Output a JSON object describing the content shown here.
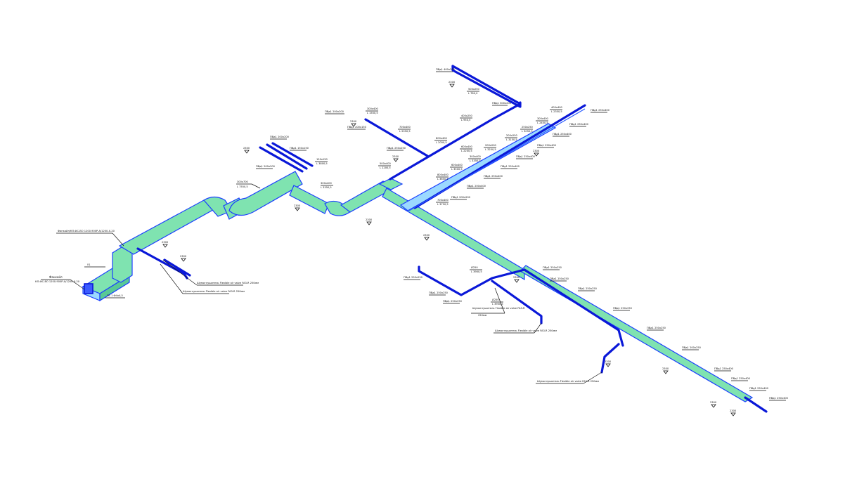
{
  "labels": {
    "eq_unit": "Фанкойл",
    "eq_unit_sub": "КЛ-ФС-ВО 1200-900Р-А/1200-Х-20",
    "eq_unit2": "Фанкойл/КЛ-ФС-ВО 1200-900Р-А/1200-Х-20",
    "eq_ref": "У1",
    "eq_elev": "П1 1 Ф4х4,5",
    "main_size1": "300х700",
    "main_size1_elev": "L 7550,5",
    "flex1": "Шумоглушитель Flexible air valve FA3-R 250мм",
    "flex2": "Шумоглушитель Flexible air valve FA3-R 250мм",
    "flex3": "Шумоглушитель Flexible air valve FA3-R 250мм",
    "flex4": "Шумоглушитель Flexible air valve FA3-R",
    "flex4_b": "250мм",
    "flex5": "Шумоглушитель Flexible air valve FA3-R 250мм",
    "r_a1": "ПВд1 400х200",
    "r_a2": "ПВд1 300х200",
    "r_a3": "ПВд1 200х200",
    "r_a4": "ПВд1 200х150",
    "r_b1": "ПВд1 250х250",
    "r_b2": "ПВд1 200х200",
    "r_b3": "ПВд1 150х150",
    "r_c1": "ПВд1 250х400",
    "r_c2": "ПВд1 250х400",
    "r_c3": "ПВд1 250х400",
    "r_c4": "ПВд1 250х400",
    "r_c5": "ПВд1 250х400",
    "r_c6": "ПВд1 250х400",
    "r_c7": "ПВд1 250х400",
    "r_c8": "ПВд1 200х400",
    "r_d1": "ПВд1 250х250",
    "r_d2": "ПВд1 250х250",
    "r_d3": "ПВд1 250х250",
    "r_d4": "ПВд1 250х250",
    "r_d5": "ПВд1 250х250",
    "r_d6": "ПВд1 250х250",
    "r_d7": "ПВд1 250х250",
    "r_d8": "ПВд1 250х250",
    "r_d9": "ПВд1 200х250",
    "r_e1": "ПВд1 200х200",
    "r_e2": "ПВд1 200х200",
    "s1": "500х250",
    "s1e": "L 780,0",
    "s2": "400х250",
    "s2e": "L 950,5",
    "s3": "300х400",
    "s3e": "L 1550,5",
    "s4": "700х400",
    "s4e": "L 2050,5",
    "s5": "800х400",
    "s5e": "L 2050,5",
    "s6": "600х400",
    "s6e": "L 2200,5",
    "s7": "500х400",
    "s7e": "L 2200,5",
    "s8": "400х400",
    "s8e": "L 2350,5",
    "s9": "300х400",
    "s9e": "L 2450,5",
    "s10": "250х250",
    "s10e": "L 3050,5",
    "s11": "200х250",
    "s11e": "L 3150,5",
    "s12": "200х200",
    "s12e": "L 3250,5",
    "s13": "300х400",
    "s13e": "L 3350,5",
    "s14": "600х400",
    "s14e": "L 3500,5",
    "s15": "800х400",
    "s15e": "L 3650,5",
    "s16": "700х400",
    "s16e": "L 3750,5",
    "s17": "150х150",
    "s17e": "L 3800,5",
    "s18": "Ø250",
    "s18e": "L 3900,5",
    "s19": "Ø250",
    "s19e": "L 3950,5",
    "h1": "2300",
    "h2": "2300",
    "h3": "2300",
    "h4": "2300",
    "h5": "2300",
    "h6": "2300",
    "h7": "2300",
    "h8": "2300",
    "h9": "2300",
    "h10": "2300",
    "h11": "2300",
    "h12": "2300",
    "h13": "2300",
    "h14": "2300",
    "h15": "2300"
  },
  "colors": {
    "duct_fill": "#7fe3b0",
    "duct_outline": "#0a18d8",
    "background": "#ffffff"
  }
}
